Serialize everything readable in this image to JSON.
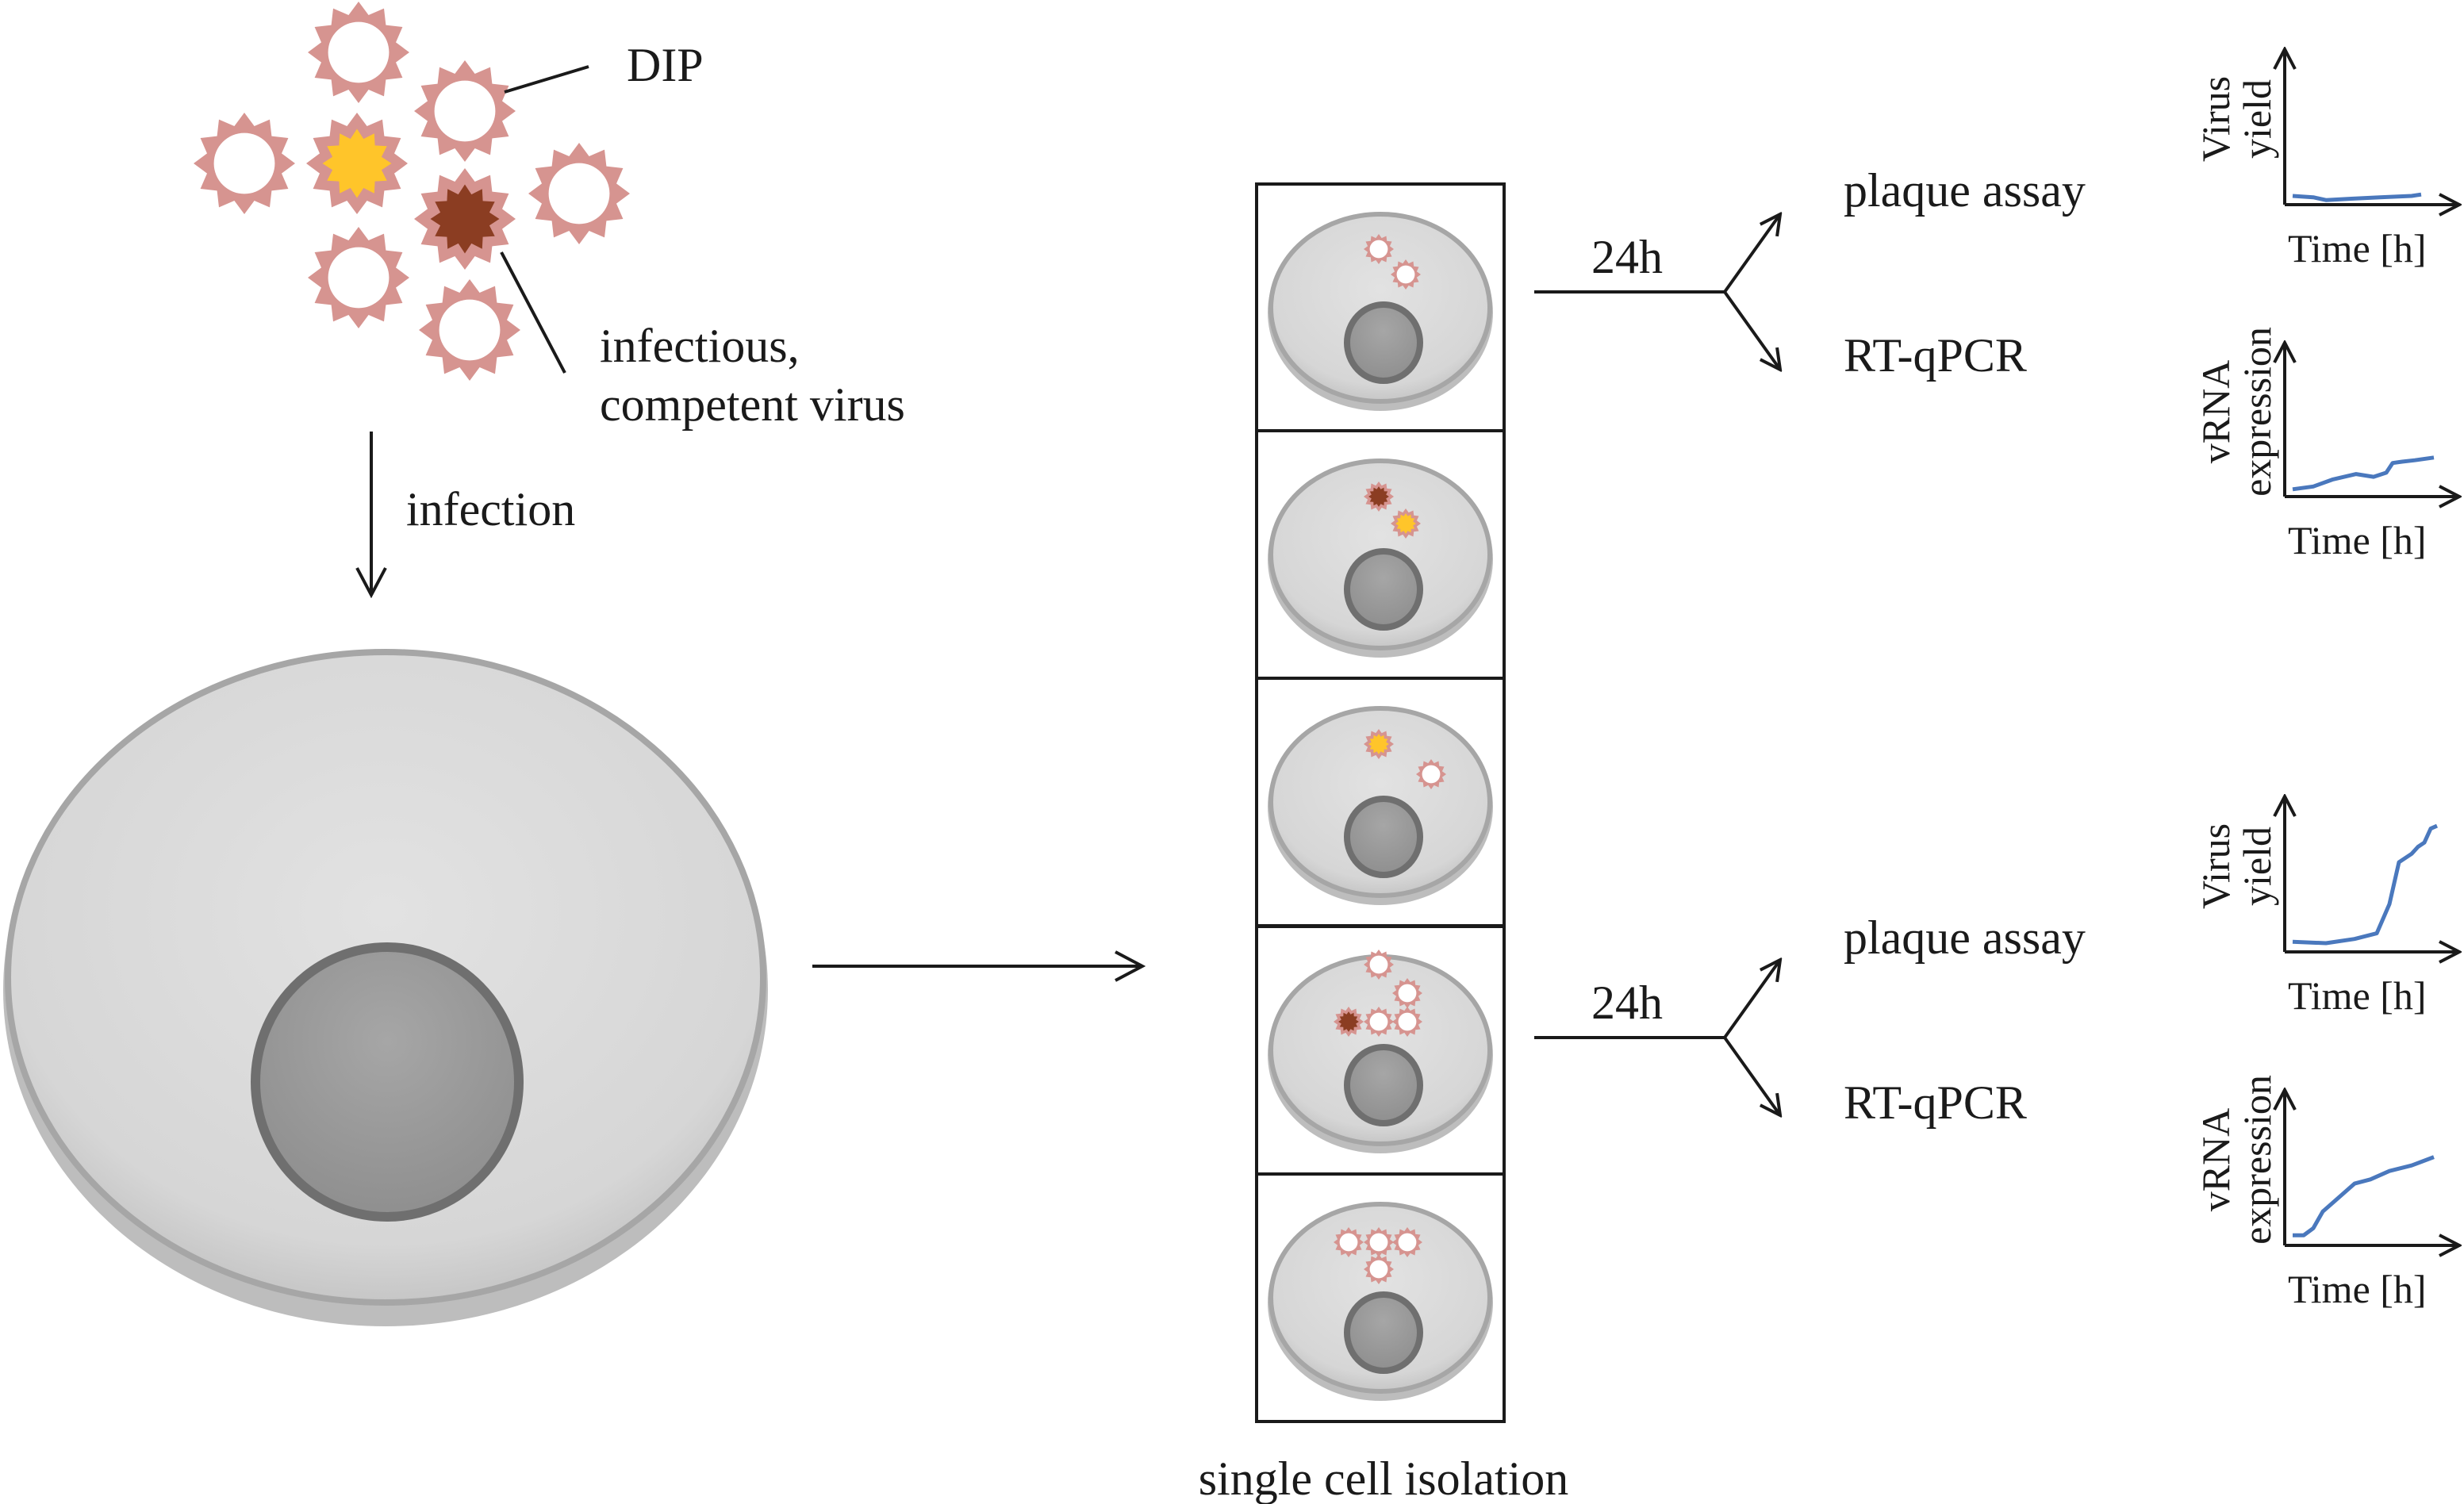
{
  "labels": {
    "dip": "DIP",
    "infectious_line1": "infectious,",
    "infectious_line2": "competent virus",
    "infection": "infection",
    "single_cell_isolation": "single cell isolation",
    "time_top": "24h",
    "time_bottom": "24h",
    "assay_plaque_top": "plaque assay",
    "assay_rtqpcr_top": "RT-qPCR",
    "assay_plaque_bottom": "plaque assay",
    "assay_rtqpcr_bottom": "RT-qPCR"
  },
  "plots": [
    {
      "ylabel_line1": "Virus",
      "ylabel_line2": "yield",
      "xlabel": "Time [h]"
    },
    {
      "ylabel_line1": "vRNA",
      "ylabel_line2": "expression",
      "xlabel": "Time [h]"
    },
    {
      "ylabel_line1": "Virus",
      "ylabel_line2": "yield",
      "xlabel": "Time [h]"
    },
    {
      "ylabel_line1": "vRNA",
      "ylabel_line2": "expression",
      "xlabel": "Time [h]"
    }
  ],
  "colors": {
    "virus_outline": "#d69490",
    "virus_yellow_core": "#ffc52a",
    "virus_brown_core": "#8b3d22",
    "cell_fill": "#d8d8d8",
    "cell_edge": "#a6a6a6",
    "nucleus_fill": "#9c9c9c",
    "nucleus_edge": "#6f6f6f",
    "curve": "#4a78bd",
    "line": "#1a1a1a"
  }
}
